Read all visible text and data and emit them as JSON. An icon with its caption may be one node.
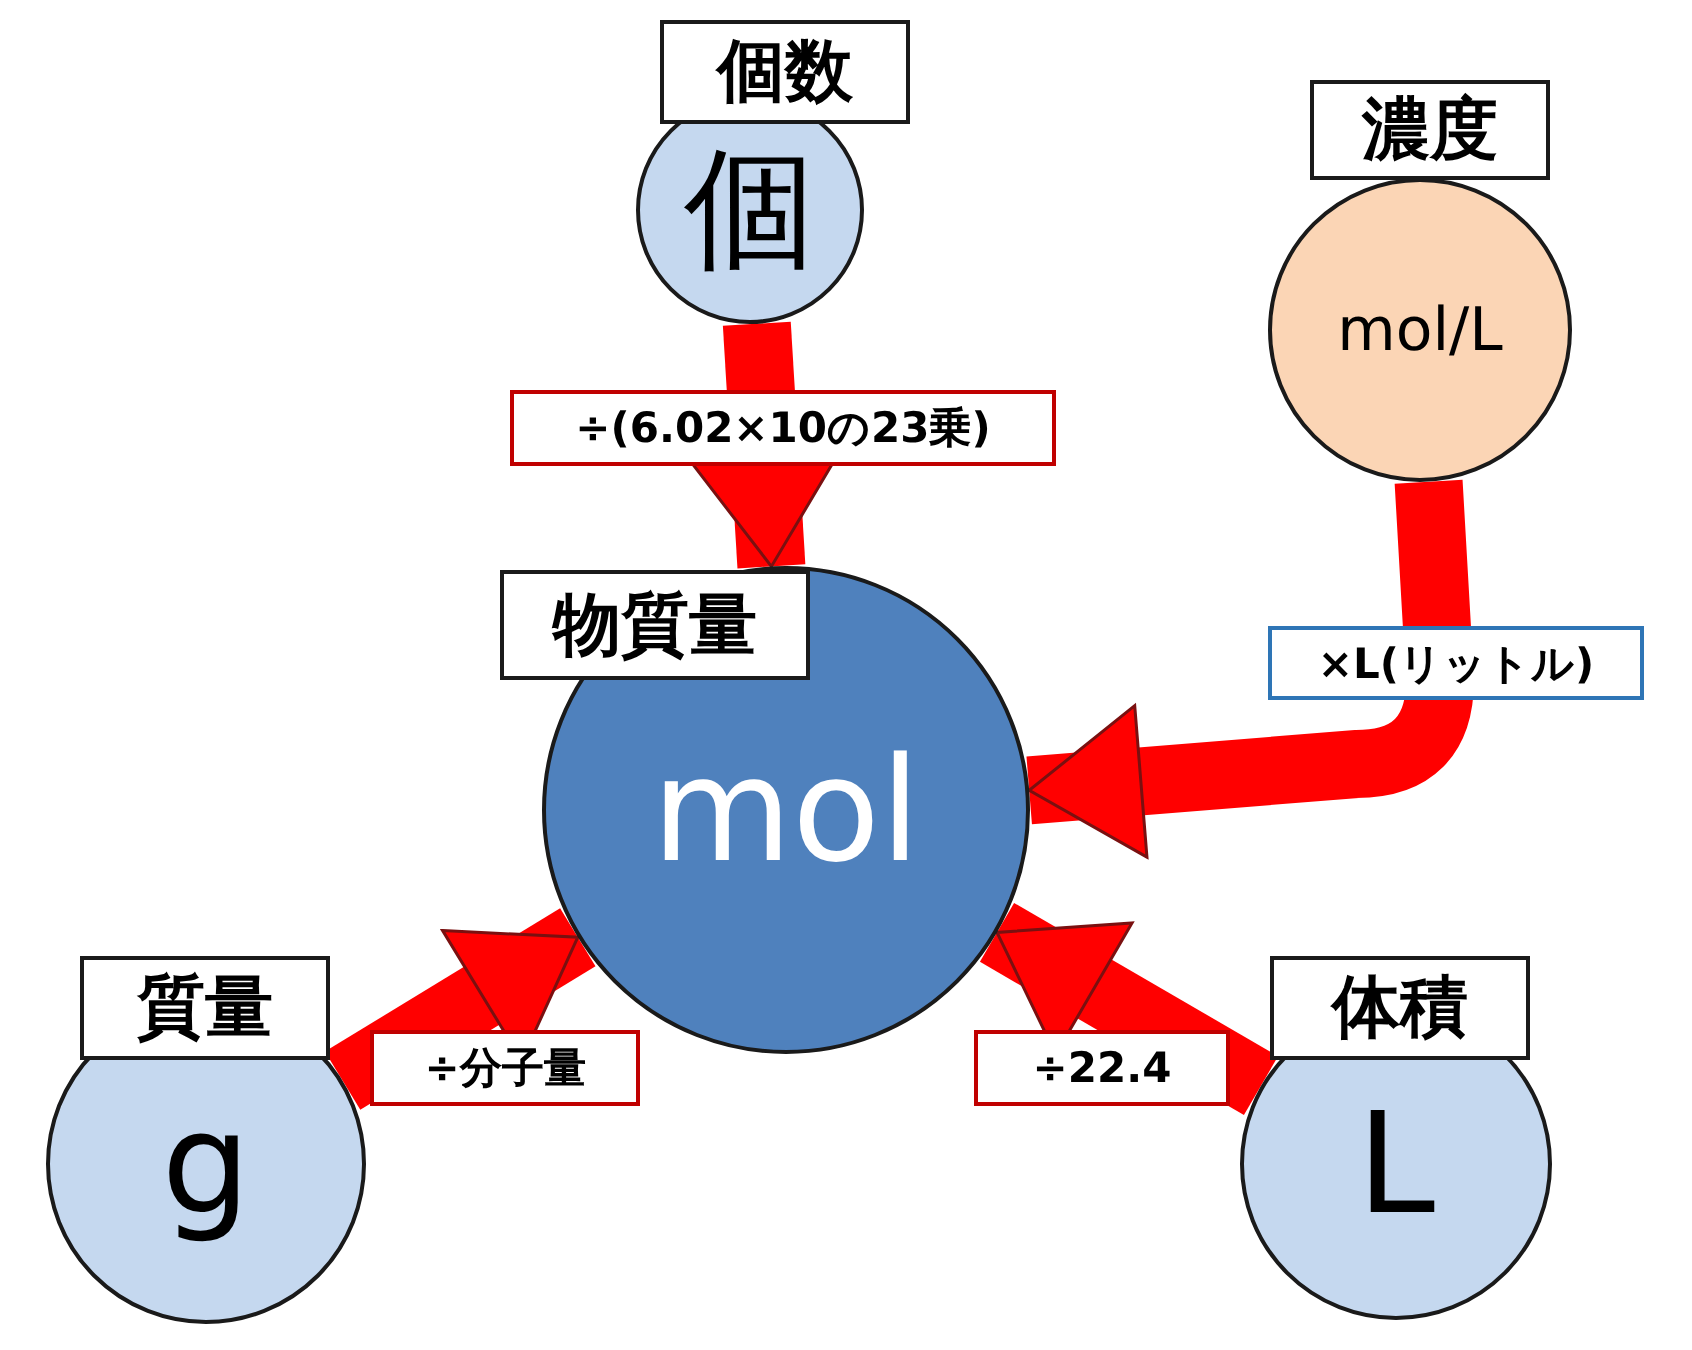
{
  "diagram": {
    "nodes": [
      {
        "text": [
          "個数",
          "個"
        ]
      },
      {
        "text": [
          "濃度",
          "mol/L"
        ]
      },
      {
        "text": [
          "物質量",
          "mol"
        ]
      },
      {
        "text": [
          "質量",
          "g"
        ]
      },
      {
        "text": [
          "体積",
          "L"
        ]
      }
    ],
    "edges": [
      {
        "from": 0,
        "to": 2,
        "arrow": "to",
        "label": "÷(6.02×10の23乗)"
      },
      {
        "from": 1,
        "to": 2,
        "arrow": "to",
        "label": "×L(リットル)"
      },
      {
        "from": 3,
        "to": 2,
        "arrow": "to",
        "label": "÷分子量"
      },
      {
        "from": 4,
        "to": 2,
        "arrow": "to",
        "label": "÷22.4"
      }
    ]
  }
}
